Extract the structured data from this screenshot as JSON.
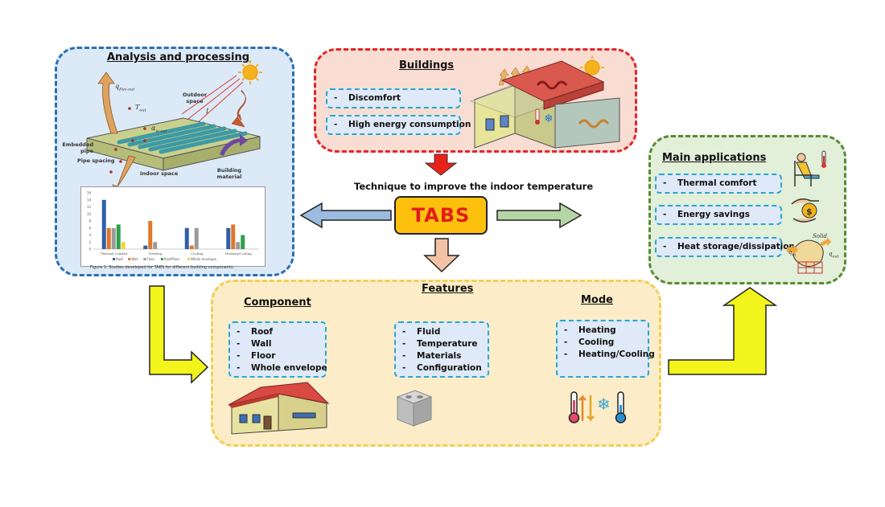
{
  "center": {
    "technique_text": "Technique to improve the indoor temperature",
    "tabs_label": "TABS"
  },
  "analysis": {
    "title": "Analysis and processing",
    "scheme_labels": {
      "outdoor_space": "Outdoor space",
      "indoor_space": "Indoor space",
      "embedded_pipe": "Embedded pipe",
      "pipe_spacing": "Pipe spacing",
      "building_material": "Building material",
      "flux": "q",
      "flux_sub": "flux-out",
      "radiation": "I",
      "t_out": "T",
      "t_out_sub": "out",
      "alpha": "α",
      "alpha_sub": "w-out"
    },
    "chart_caption": "Figure 1. Studies developed for TABS for different building components.",
    "legend": [
      "Roof",
      "Wall",
      "Floor",
      "Roof/floor",
      "Whole envelope"
    ],
    "series_colors": [
      "#2f5fa8",
      "#e2762a",
      "#9a9a9a",
      "#2fa04a",
      "#f3d23a"
    ]
  },
  "chart_data": {
    "type": "bar",
    "categories": [
      "Thermal comfort",
      "Heating",
      "Cooling",
      "Heating/Cooling"
    ],
    "series": [
      {
        "name": "Roof",
        "values": [
          14,
          1,
          6,
          6
        ]
      },
      {
        "name": "Wall",
        "values": [
          6,
          8,
          1,
          7
        ]
      },
      {
        "name": "Floor",
        "values": [
          6,
          2,
          6,
          2
        ]
      },
      {
        "name": "Roof/floor",
        "values": [
          7,
          0,
          0,
          4
        ]
      },
      {
        "name": "Whole envelope",
        "values": [
          2,
          0,
          0,
          0
        ]
      }
    ],
    "ylim": [
      0,
      16
    ],
    "yticks": [
      0,
      2,
      4,
      6,
      8,
      10,
      12,
      14,
      16
    ]
  },
  "buildings": {
    "title": "Buildings",
    "items": [
      "Discomfort",
      "High energy consumption"
    ]
  },
  "applications": {
    "title": "Main applications",
    "items": [
      "Thermal comfort",
      "Energy savings",
      "Heat storage/dissipation"
    ],
    "icon_labels": {
      "solid": "Solid",
      "q_in": "q",
      "q_in_sub": "in",
      "q_out": "q",
      "q_out_sub": "out"
    }
  },
  "features": {
    "title": "Features",
    "component": {
      "title": "Component",
      "items": [
        "Roof",
        "Wall",
        "Floor",
        "Whole envelope"
      ]
    },
    "properties": {
      "items": [
        "Fluid",
        "Temperature",
        "Materials",
        "Configuration"
      ]
    },
    "mode": {
      "title": "Mode",
      "items": [
        "Heating",
        "Cooling",
        "Heating/Cooling"
      ]
    }
  },
  "bullet": "-",
  "colors": {
    "red_arrow": "#e8221b",
    "blue_arrow": "#9bbbe0",
    "green_arrow": "#b6d5a4",
    "peach_arrow": "#f4c3a6",
    "yellow_arrow": "#f2f51c",
    "tabs_fill": "#fdc10d",
    "tabs_text": "#e11d1d"
  }
}
